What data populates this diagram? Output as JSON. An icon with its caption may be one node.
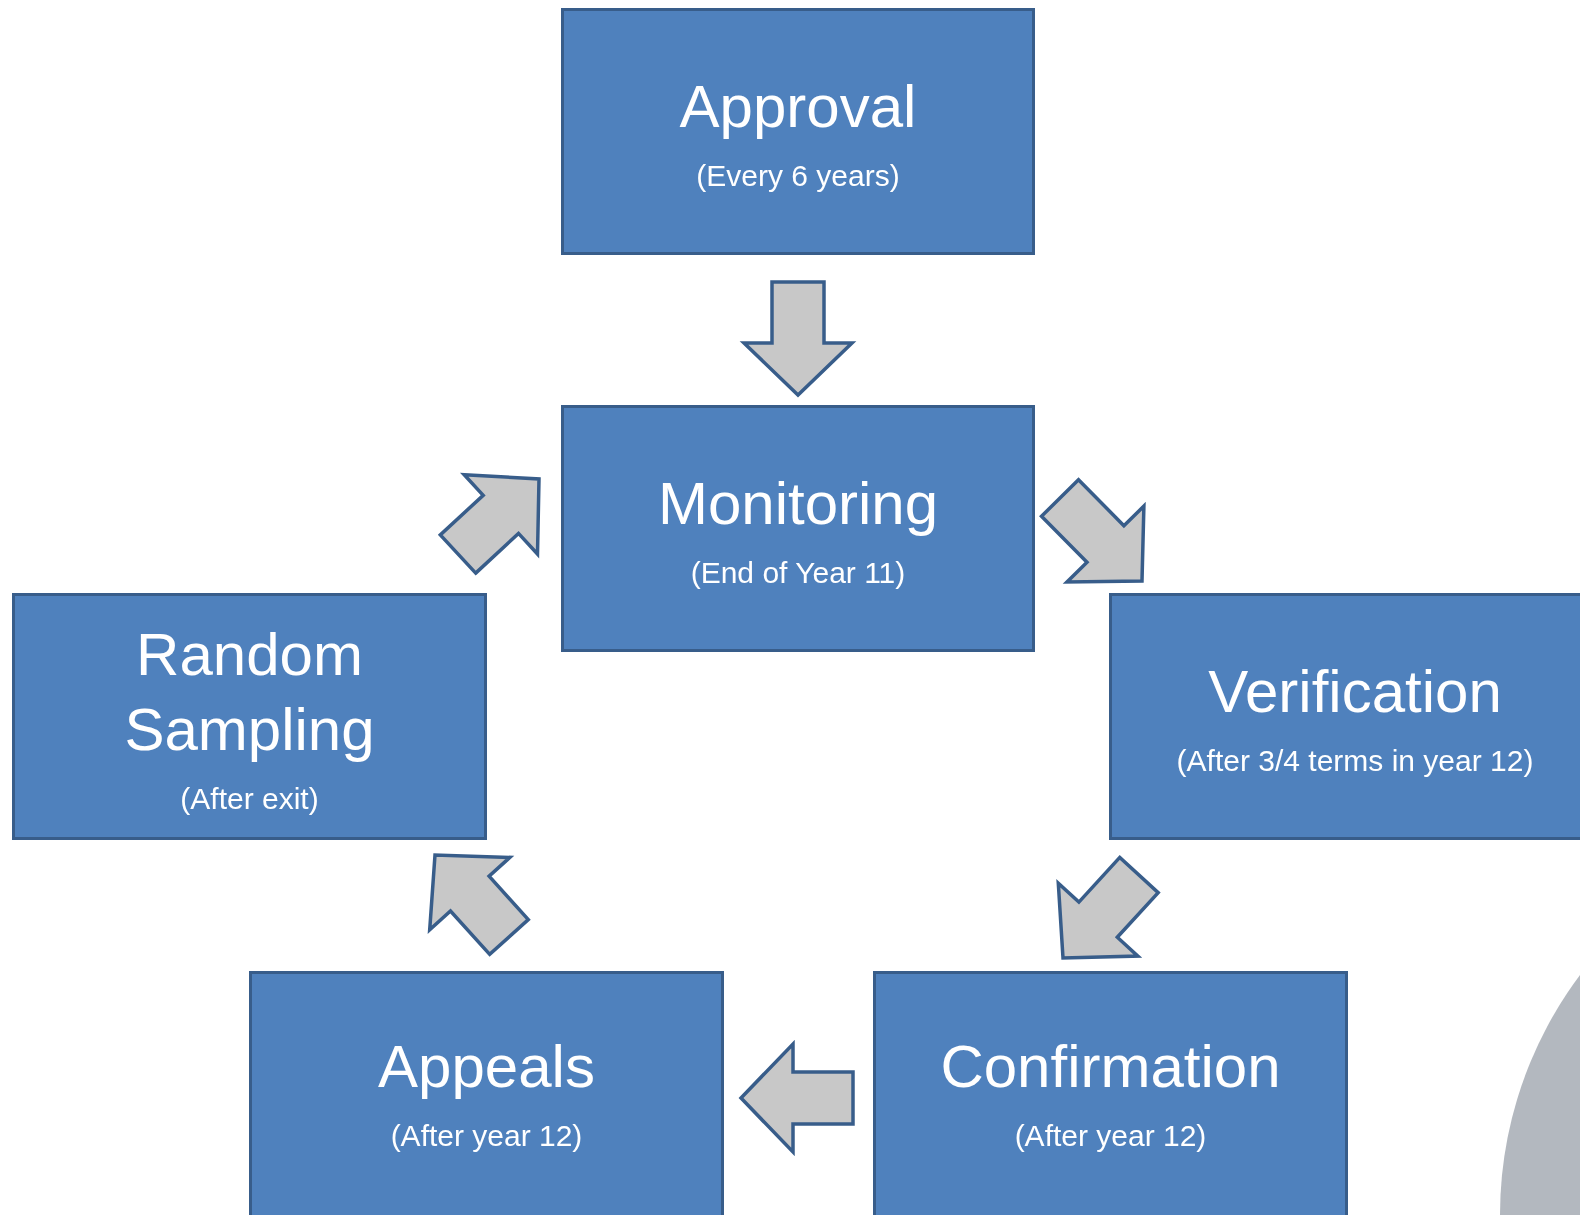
{
  "diagram": {
    "nodes": [
      {
        "text": [
          "Approval",
          "(Every 6 years)"
        ]
      },
      {
        "text": [
          "Monitoring",
          "(End of Year 11)"
        ]
      },
      {
        "text": [
          "Random Sampling",
          "(After exit)"
        ]
      },
      {
        "text": [
          "Verification",
          "(After 3/4 terms in year 12)"
        ]
      },
      {
        "text": [
          "Appeals",
          "(After year 12)"
        ]
      },
      {
        "text": [
          "Confirmation",
          "(After year 12)"
        ]
      }
    ],
    "edges": [
      {
        "from": 0,
        "to": 1,
        "arrow": "to"
      },
      {
        "from": 1,
        "to": 3,
        "arrow": "to"
      },
      {
        "from": 3,
        "to": 5,
        "arrow": "to"
      },
      {
        "from": 5,
        "to": 4,
        "arrow": "to"
      },
      {
        "from": 4,
        "to": 2,
        "arrow": "to"
      },
      {
        "from": 2,
        "to": 1,
        "arrow": "to"
      }
    ]
  }
}
